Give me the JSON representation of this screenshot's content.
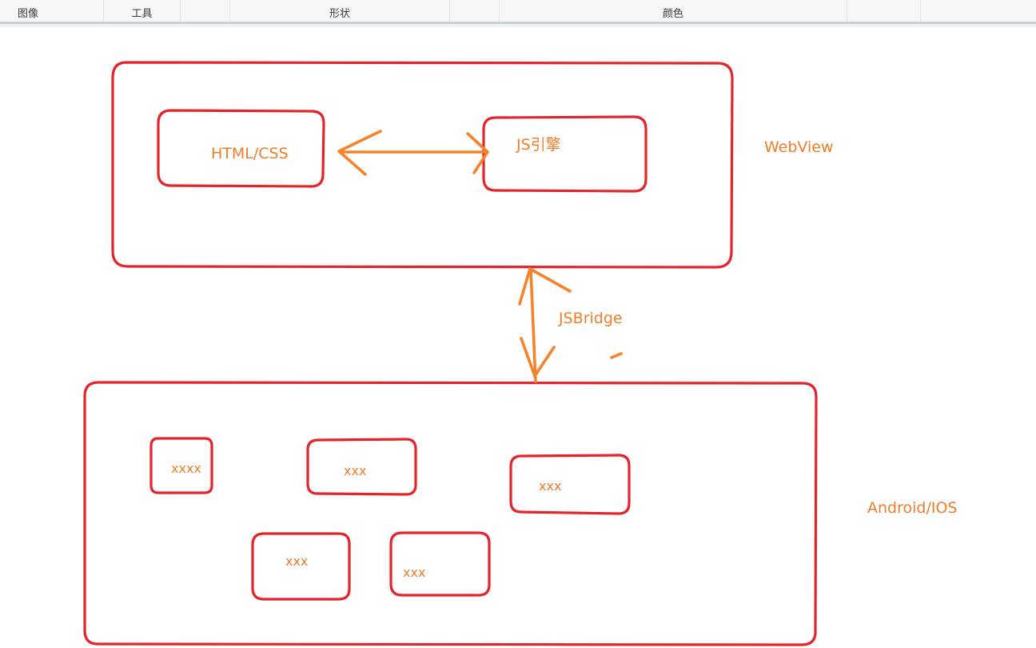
{
  "ribbon": {
    "groups": [
      "图像",
      "工具",
      "",
      "形状",
      "",
      "颜色",
      "",
      ""
    ]
  },
  "colors": {
    "box_stroke": "#e3242b",
    "arrow": "#f5832b",
    "label": "#f07d2a"
  },
  "diagram": {
    "webview_label": "WebView",
    "html_css_label": "HTML/CSS",
    "js_engine_label": "JS引擎",
    "jsbridge_label": "JSBridge",
    "native_label": "Android/IOS",
    "native_items": [
      "xxxx",
      "xxx",
      "xxx",
      "xxx",
      "xxx"
    ]
  }
}
